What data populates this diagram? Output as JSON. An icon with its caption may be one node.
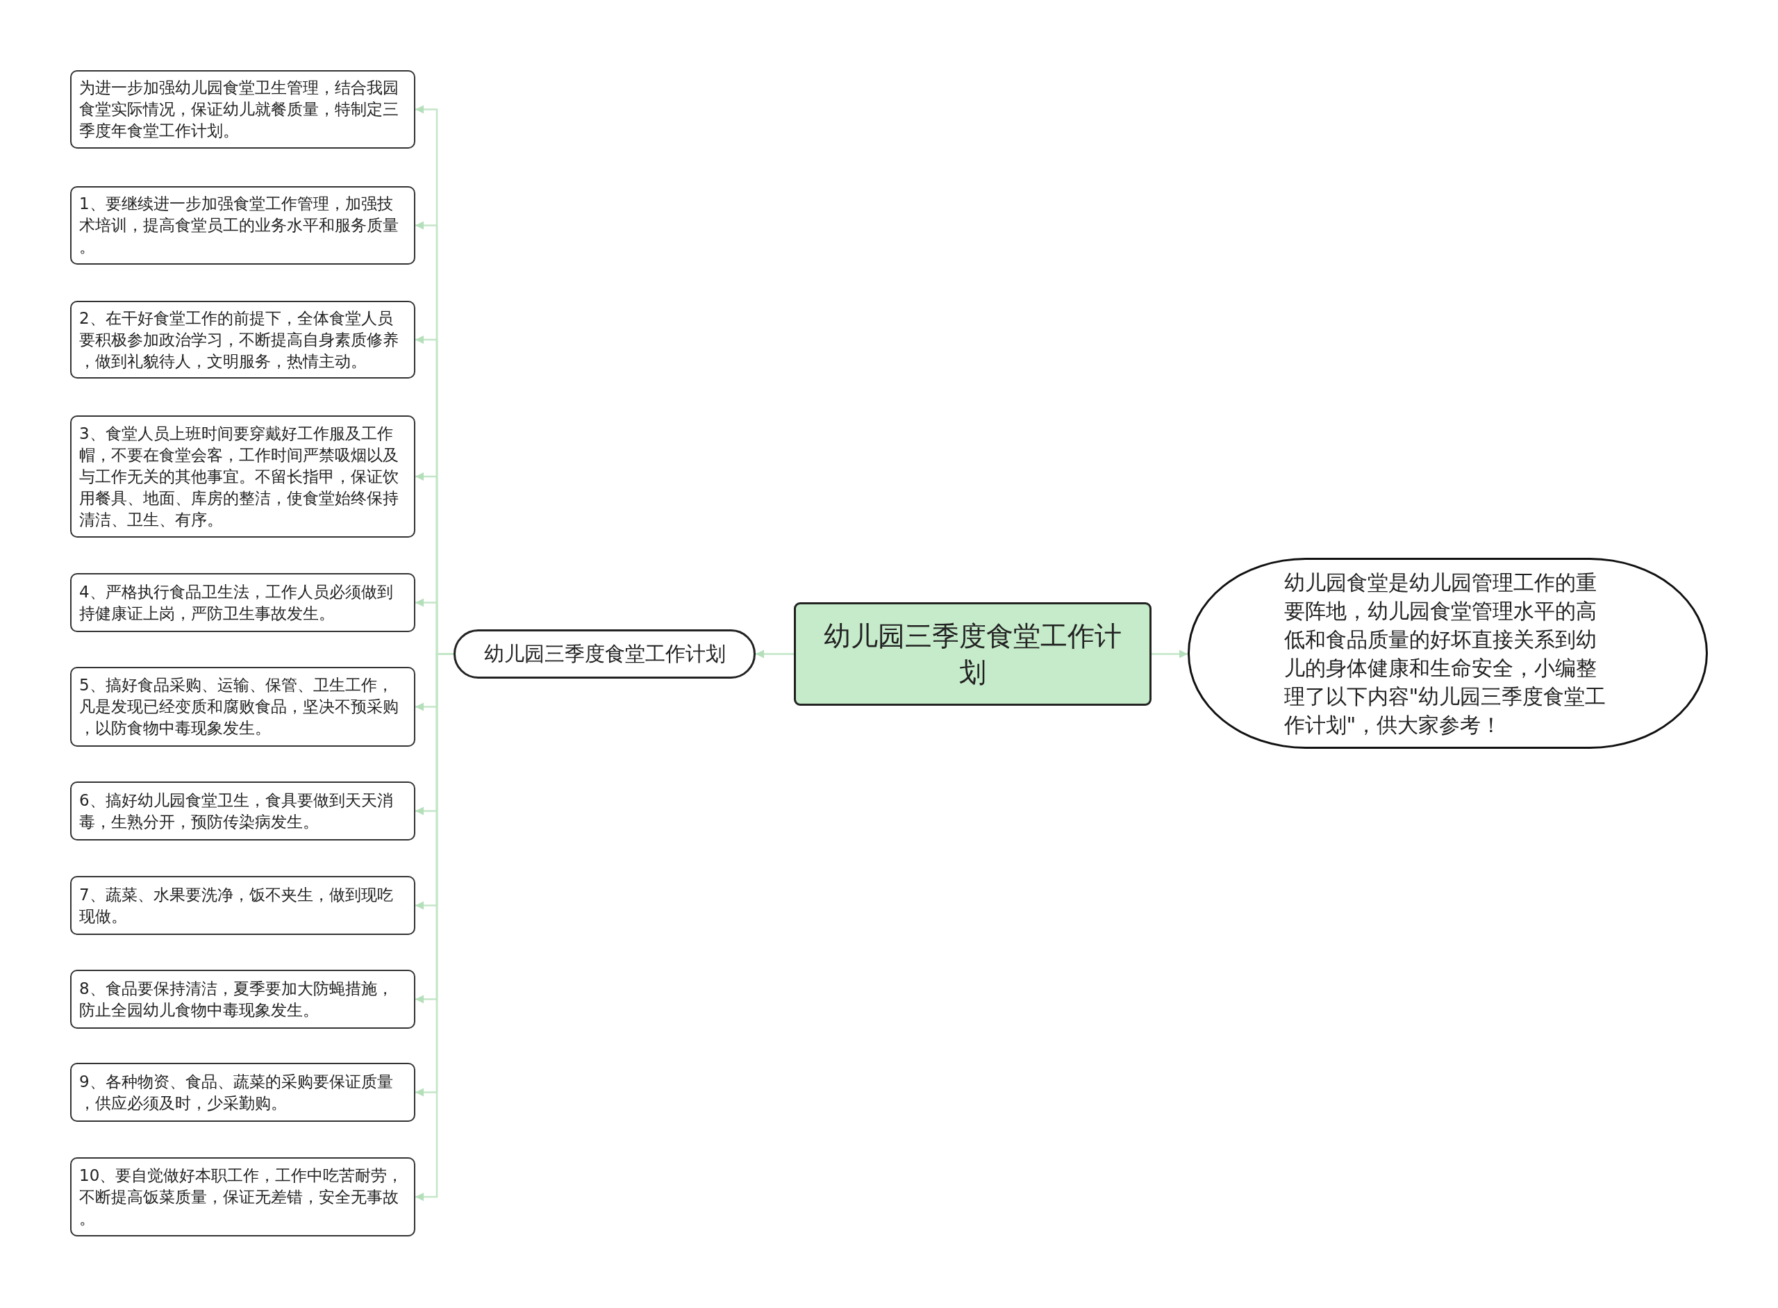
{
  "diagram": {
    "nodes": [
      {
        "text": [
          "幼儿园三季度食堂工作计划"
        ]
      },
      {
        "text": [
          "幼儿园三季度食堂工作计划"
        ]
      },
      {
        "text": [
          "为进一步加强幼儿园食堂卫生管理，结合我园食堂实际情况，保证幼儿就餐质量，特制定三季度年食堂工作计划。"
        ]
      },
      {
        "text": [
          "1、要继续进一步加强食堂工作管理，加强技术培训，提高食堂员工的业务水平和服务质量。"
        ]
      },
      {
        "text": [
          "2、在干好食堂工作的前提下，全体食堂人员要积极参加政治学习，不断提高自身素质修养，做到礼貌待人，文明服务，热情主动。"
        ]
      },
      {
        "text": [
          "3、食堂人员上班时间要穿戴好工作服及工作帽，不要在食堂会客，工作时间严禁吸烟以及与工作无关的其他事宜。不留长指甲，保证饮用餐具、地面、库房的整洁，使食堂始终保持清洁、卫生、有序。"
        ]
      },
      {
        "text": [
          "4、严格执行食品卫生法，工作人员必须做到持健康证上岗，严防卫生事故发生。"
        ]
      },
      {
        "text": [
          "5、搞好食品采购、运输、保管、卫生工作，凡是发现已经变质和腐败食品，坚决不预采购，以防食物中毒现象发生。"
        ]
      },
      {
        "text": [
          "6、搞好幼儿园食堂卫生，食具要做到天天消毒，生熟分开，预防传染病发生。"
        ]
      },
      {
        "text": [
          "7、蔬菜、水果要洗净，饭不夹生，做到现吃现做。"
        ]
      },
      {
        "text": [
          "8、食品要保持清洁，夏季要加大防蝇措施，防止全园幼儿食物中毒现象发生。"
        ]
      },
      {
        "text": [
          "9、各种物资、食品、蔬菜的采购要保证质量，供应必须及时，少采勤购。"
        ]
      },
      {
        "text": [
          "10、要自觉做好本职工作，工作中吃苦耐劳，不断提高饭菜质量，保证无差错，安全无事故。"
        ]
      },
      {
        "text": [
          "幼儿园食堂是幼儿园管理工作的重要阵地，幼儿园食堂管理水平的高低和食品质量的好坏直接关系到幼儿的身体健康和生命安全，小编整理了以下内容\"幼儿园三季度食堂工作计划\"，供大家参考！"
        ]
      }
    ],
    "edges": [
      {
        "from": 0,
        "to": 1,
        "arrow": "to"
      },
      {
        "from": 1,
        "to": 2,
        "arrow": "to"
      },
      {
        "from": 1,
        "to": 3,
        "arrow": "to"
      },
      {
        "from": 1,
        "to": 4,
        "arrow": "to"
      },
      {
        "from": 1,
        "to": 5,
        "arrow": "to"
      },
      {
        "from": 1,
        "to": 6,
        "arrow": "to"
      },
      {
        "from": 1,
        "to": 7,
        "arrow": "to"
      },
      {
        "from": 1,
        "to": 8,
        "arrow": "to"
      },
      {
        "from": 1,
        "to": 9,
        "arrow": "to"
      },
      {
        "from": 1,
        "to": 10,
        "arrow": "to"
      },
      {
        "from": 1,
        "to": 11,
        "arrow": "to"
      },
      {
        "from": 1,
        "to": 12,
        "arrow": "to"
      },
      {
        "from": 0,
        "to": 13,
        "arrow": "to"
      }
    ]
  }
}
